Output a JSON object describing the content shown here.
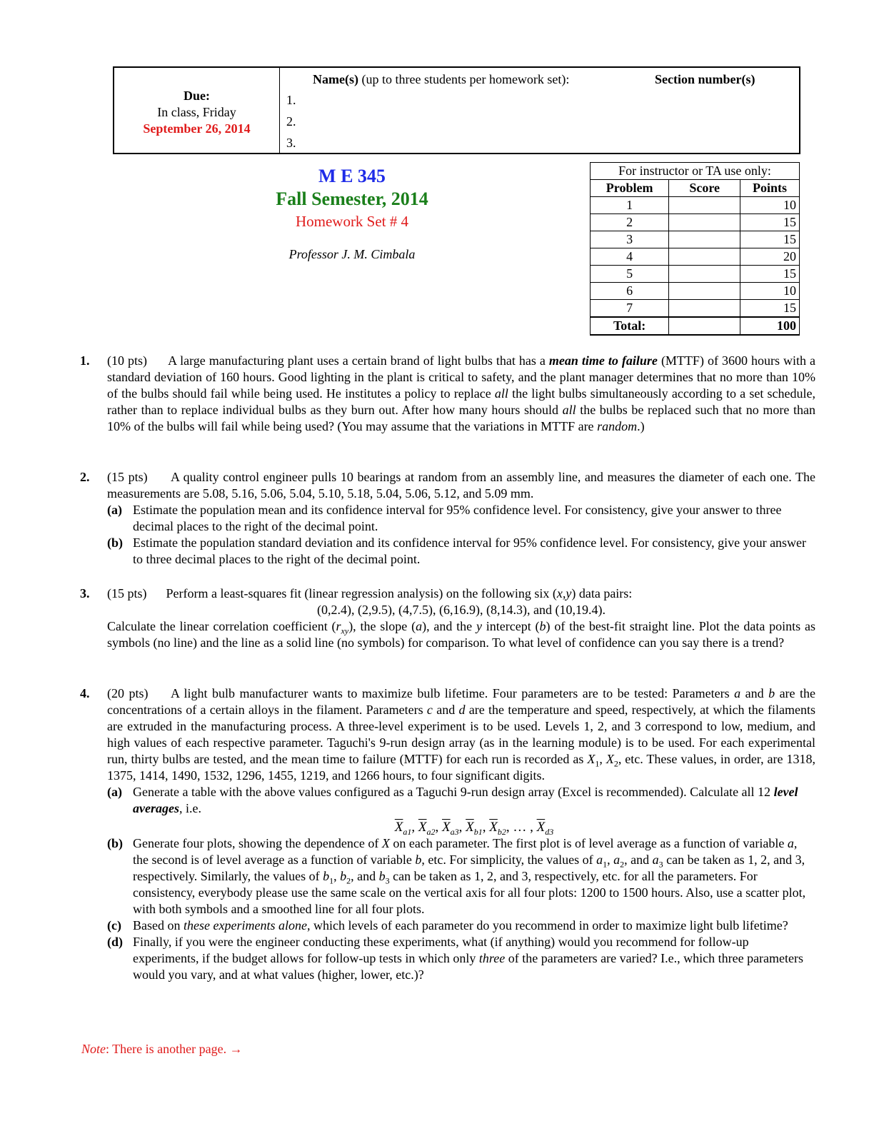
{
  "header": {
    "due_label": "Due:",
    "due_line1": "In class, Friday",
    "due_date": "September 26, 2014",
    "names_label": "Name(s)",
    "names_note": " (up to three students per homework set):",
    "section_label": "Section number(s)",
    "name_lines": [
      "1.",
      "2.",
      "3."
    ]
  },
  "title": {
    "course": "M E 345",
    "semester": "Fall Semester, 2014",
    "homework": "Homework Set # 4",
    "professor": "Professor J. M. Cimbala"
  },
  "score_table": {
    "caption": "For instructor or TA use only:",
    "headers": [
      "Problem",
      "Score",
      "Points"
    ],
    "rows": [
      {
        "problem": "1",
        "points": "10"
      },
      {
        "problem": "2",
        "points": "15"
      },
      {
        "problem": "3",
        "points": "15"
      },
      {
        "problem": "4",
        "points": "20"
      },
      {
        "problem": "5",
        "points": "15"
      },
      {
        "problem": "6",
        "points": "10"
      },
      {
        "problem": "7",
        "points": "15"
      }
    ],
    "total_label": "Total:",
    "total_points": "100"
  },
  "problems": {
    "p1": {
      "num": "1.",
      "pts": "(10 pts)",
      "t1": "A large manufacturing plant uses a certain brand of light bulbs that has a ",
      "mttf": "mean time to failure",
      "t2": " (MTTF) of 3600 hours with a standard deviation of 160 hours. Good lighting in the plant is critical to safety, and the plant manager determines that no more than 10% of the bulbs should fail while being used. He institutes a policy to replace ",
      "all1": "all",
      "t3": " the light bulbs simultaneously according to a set schedule, rather than to replace individual bulbs as they burn out.  After how many hours should ",
      "all2": "all",
      "t4": " the bulbs be replaced such that no more than 10% of the bulbs will fail while being used? (You may assume that the variations in MTTF are ",
      "random": "random",
      "t5": ".)"
    },
    "p2": {
      "num": "2.",
      "pts": "(15 pts)",
      "intro": "A quality control engineer pulls 10 bearings at random from an assembly line, and measures the diameter of each one. The measurements are 5.08, 5.16, 5.06, 5.04, 5.10, 5.18, 5.04, 5.06, 5.12, and 5.09 mm.",
      "a_label": "(a)",
      "a_text": "Estimate the population mean and its confidence interval for 95% confidence level. For consistency, give your answer to three decimal places to the right of the decimal point.",
      "b_label": "(b)",
      "b_text": "Estimate the population standard deviation and its confidence interval for 95% confidence level. For consistency, give your answer to three decimal places to the right of the decimal point."
    },
    "p3": {
      "num": "3.",
      "pts": "(15 pts)",
      "t1": "Perform a least-squares fit (linear regression analysis) on the following six (",
      "xy": "x,y",
      "t2": ") data pairs:",
      "pairs": "(0,2.4), (2,9.5), (4,7.5), (6,16.9), (8,14.3), and (10,19.4).",
      "t3": "Calculate the linear correlation coefficient (",
      "r": "r",
      "rsub": "xy",
      "t4": "), the slope (",
      "a": "a",
      "t5": "), and the ",
      "y": "y",
      "t6": " intercept (",
      "b": "b",
      "t7": ") of the best-fit straight line. Plot the data points as symbols (no line) and the line as a solid line (no symbols) for comparison. To what level of confidence can you say there is a trend?"
    },
    "p4": {
      "num": "4.",
      "pts": "(20 pts)",
      "t1": "A light bulb manufacturer wants to maximize bulb lifetime. Four parameters are to be tested: Parameters ",
      "a": "a",
      "and1": " and ",
      "b": "b",
      "t2": " are the concentrations of a certain alloys in the filament. Parameters ",
      "c": "c",
      "and2": " and ",
      "d": "d",
      "t3": " are the temperature and speed, respectively, at which the filaments are extruded in the manufacturing process. A three-level experiment is to be used. Levels 1, 2, and 3 correspond to low, medium, and high values of each respective parameter. Taguchi's 9-run design array (as in the learning module) is to be used. For each experimental run, thirty bulbs are tested, and the mean time to failure (MTTF) for each run is recorded as ",
      "x": "X",
      "s1": "1",
      "comma": ", ",
      "s2": "2",
      "t4": ", etc. These values, in order, are 1318, 1375, 1414, 1490, 1532, 1296, 1455, 1219, and 1266 hours, to four significant digits.",
      "a_label": "(a)",
      "a_t1": "Generate a table with the above values configured as a Taguchi 9-run design array (Excel is recommended). Calculate all 12 ",
      "a_bold": "level averages",
      "a_t2": ", i.e.",
      "level_avgs": [
        {
          "x": "X",
          "s": "a1"
        },
        {
          "x": "X",
          "s": "a2"
        },
        {
          "x": "X",
          "s": "a3"
        },
        {
          "x": "X",
          "s": "b1"
        },
        {
          "x": "X",
          "s": "b2"
        }
      ],
      "ellipsis": "… ,",
      "last_avg": {
        "x": "X",
        "s": "d3"
      },
      "b_label": "(b)",
      "b_t1": "Generate four plots, showing the dependence of ",
      "b_x": "X",
      "b_t2": " on each parameter. The first plot is of level average as a function of variable ",
      "b_a": "a",
      "b_t3": ", the second is of level average as a function of variable ",
      "b_b": "b",
      "b_t4": ", etc. For simplicity, the values of ",
      "b_t5": " can be taken as 1, 2, and 3, respectively. Similarly, the values of ",
      "b_t6": " can be taken as 1, 2, and 3, respectively, etc. for all the parameters. For consistency, everybody please use the same scale on the vertical axis for all four plots: 1200 to 1500 hours. Also, use a scatter plot, with both symbols and a smoothed line for all four plots.",
      "c_label": "(c)",
      "c_t1": "Based on ",
      "c_it": "these experiments alone",
      "c_t2": ", which levels of each parameter do you recommend in order to maximize light bulb lifetime?",
      "d_label": "(d)",
      "d_t1": "Finally, if you were the engineer conducting these experiments, what (if anything) would you recommend for follow-up experiments, if the budget allows for follow-up tests in which only ",
      "d_it": "three",
      "d_t2": " of the parameters are varied? I.e., which three parameters would you vary, and at what values (higher, lower, etc.)?"
    }
  },
  "note": {
    "label": "Note",
    "text": ": There is another page. →"
  },
  "colors": {
    "red": "#e01b1b",
    "blue": "#1e2be8",
    "green": "#1a7f1a"
  }
}
